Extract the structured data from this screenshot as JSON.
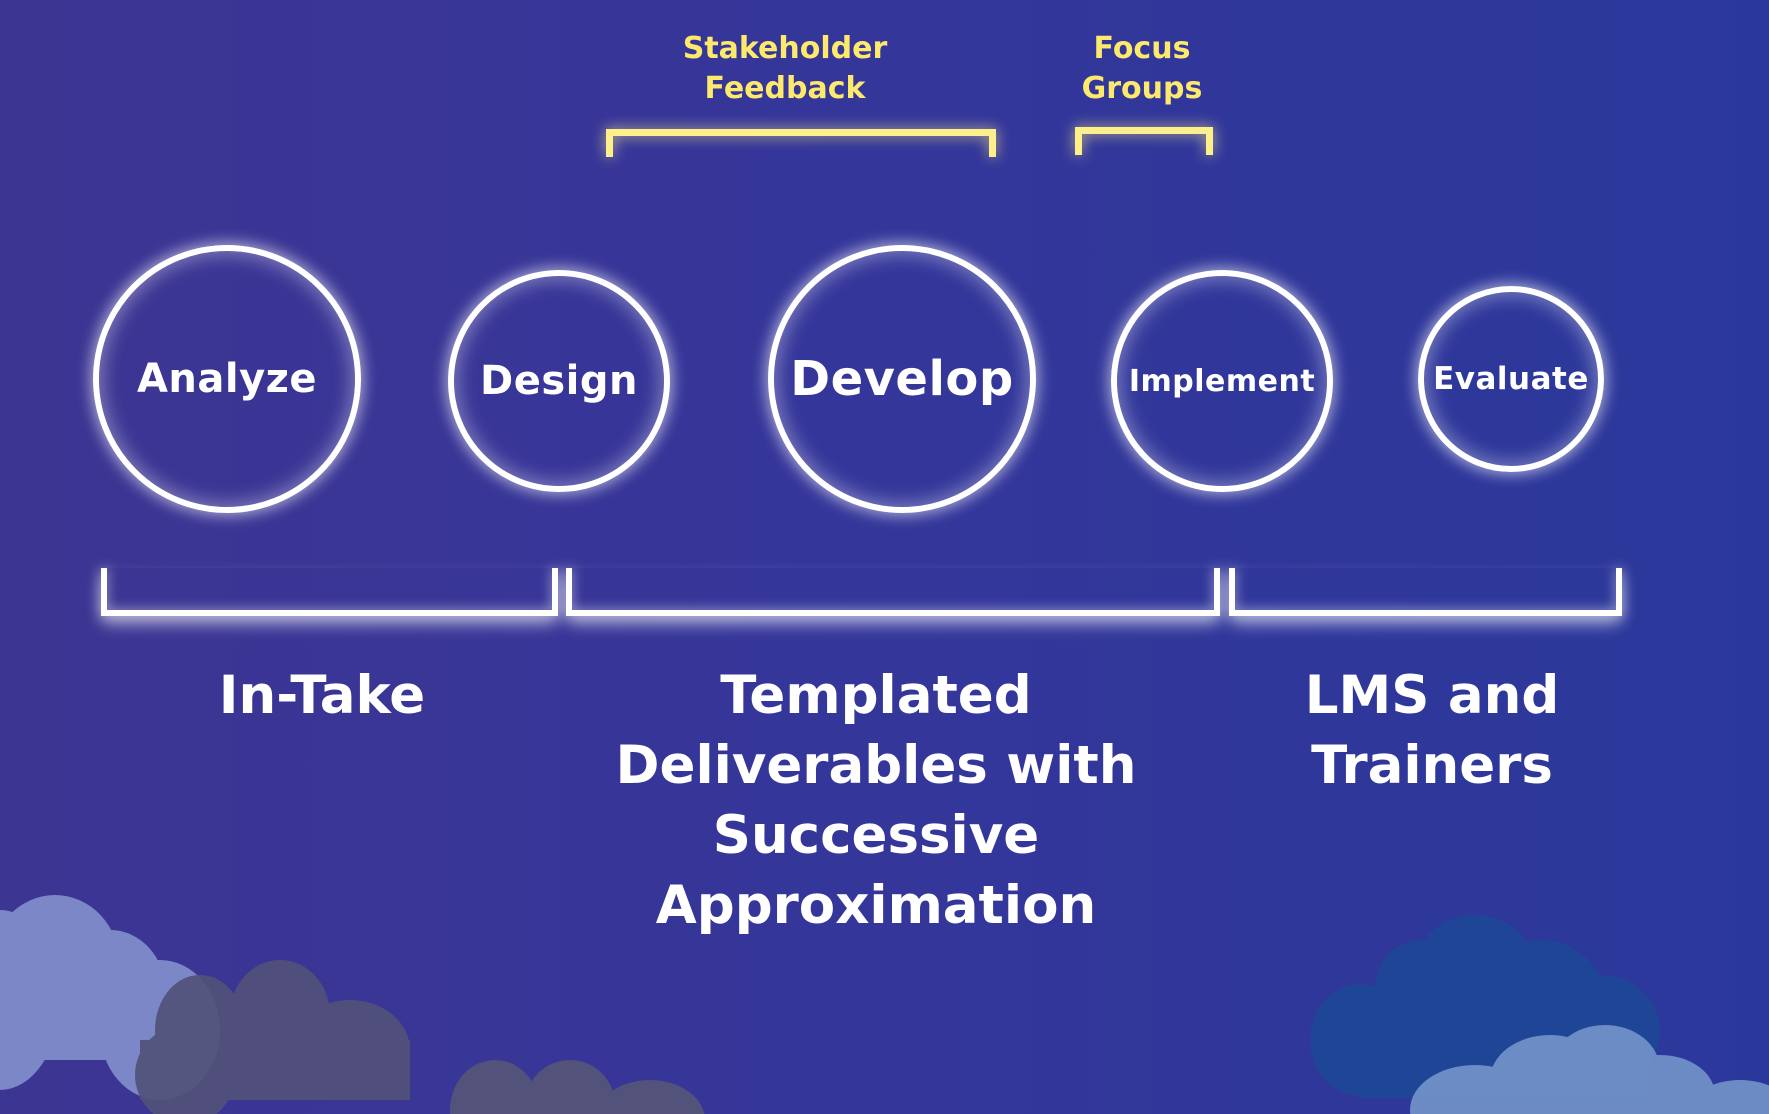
{
  "diagram": {
    "title": "ADDIE instructional design workflow",
    "colors": {
      "background": "#35369a",
      "circle_stroke": "#ffffff",
      "feedback_accent": "#fde96b",
      "cloud_light": "#7b87c7",
      "cloud_gray": "#52527a",
      "cloud_blue": "#1f4796",
      "cloud_lightblue": "#7090c8"
    },
    "phases": [
      {
        "id": "analyze",
        "label": "Analyze"
      },
      {
        "id": "design",
        "label": "Design"
      },
      {
        "id": "develop",
        "label": "Develop"
      },
      {
        "id": "implement",
        "label": "Implement"
      },
      {
        "id": "evaluate",
        "label": "Evaluate"
      }
    ],
    "feedback_loops": [
      {
        "id": "stakeholder-feedback",
        "lines": [
          "Stakeholder",
          "Feedback"
        ],
        "spans": [
          "design",
          "develop"
        ]
      },
      {
        "id": "focus-groups",
        "lines": [
          "Focus",
          "Groups"
        ],
        "spans": [
          "develop",
          "implement"
        ]
      }
    ],
    "groups": [
      {
        "id": "in-take",
        "lines": [
          "In-Take"
        ],
        "spans": [
          "analyze",
          "design"
        ]
      },
      {
        "id": "templated-deliverables",
        "lines": [
          "Templated",
          "Deliverables with",
          "Successive",
          "Approximation"
        ],
        "spans": [
          "develop",
          "implement"
        ]
      },
      {
        "id": "lms-trainers",
        "lines": [
          "LMS and",
          "Trainers"
        ],
        "spans": [
          "evaluate"
        ]
      }
    ]
  }
}
